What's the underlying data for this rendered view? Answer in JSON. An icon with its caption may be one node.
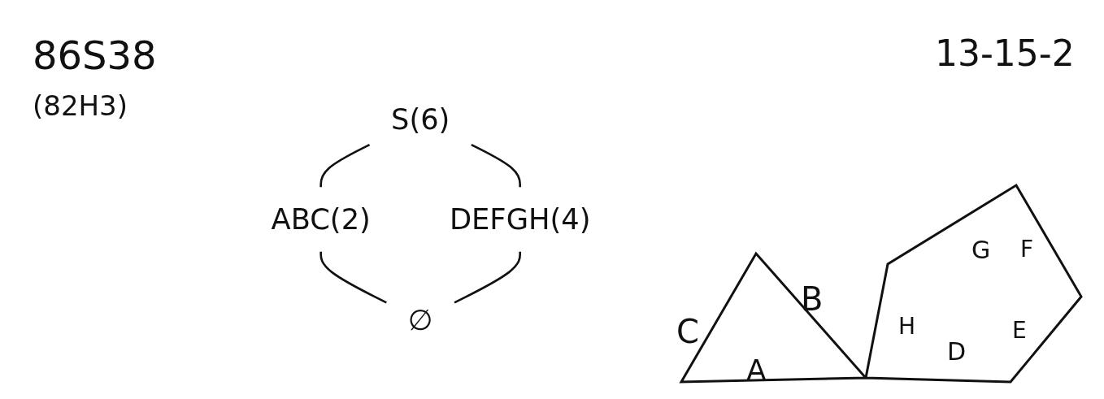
{
  "diagram": {
    "nodes": [
      {
        "text": [
          "S(6)"
        ]
      },
      {
        "text": [
          "ABC(2)"
        ]
      },
      {
        "text": [
          "DEFGH(4)"
        ]
      },
      {
        "text": [
          "∅"
        ]
      }
    ],
    "edges": [
      {
        "from": 0,
        "to": 1,
        "arrow": "none"
      },
      {
        "from": 0,
        "to": 2,
        "arrow": "none"
      },
      {
        "from": 1,
        "to": 3,
        "arrow": "none"
      },
      {
        "from": 2,
        "to": 3,
        "arrow": "none"
      }
    ],
    "labels": [
      "86S38",
      "(82H3)",
      "13-15-2",
      "C",
      "B",
      "G",
      "F",
      "H",
      "E",
      "A",
      "D"
    ]
  }
}
